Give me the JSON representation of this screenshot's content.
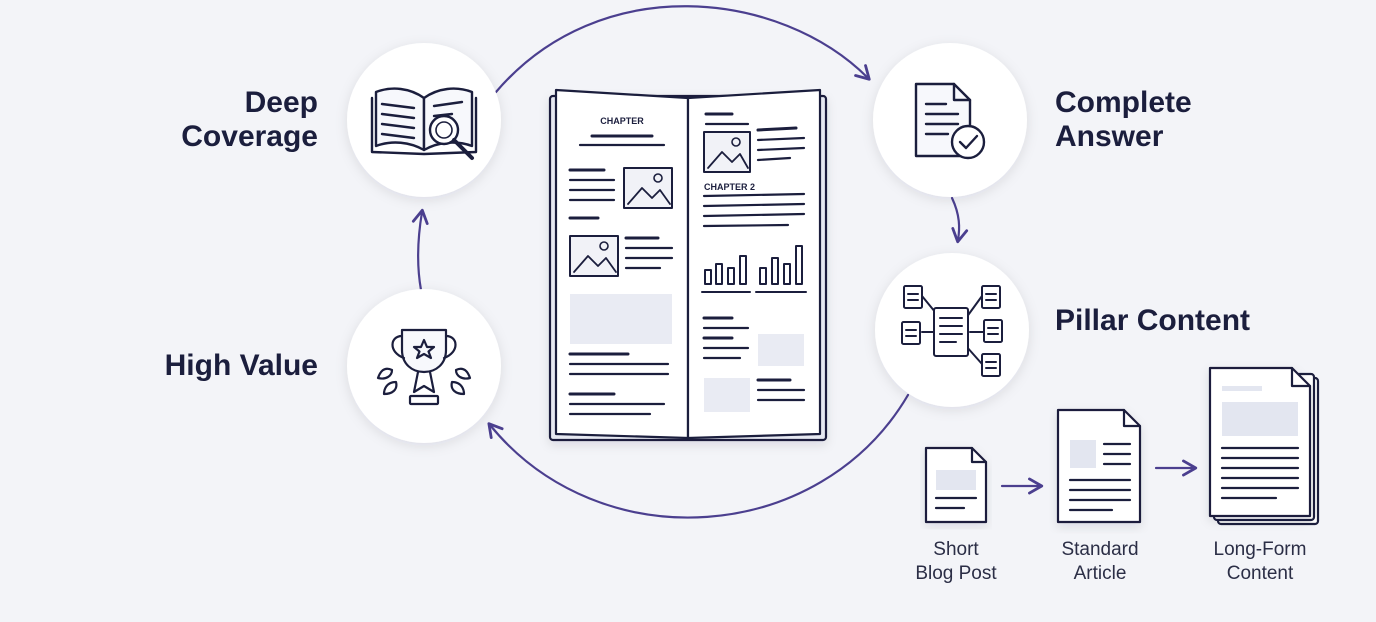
{
  "nodes": {
    "deep_coverage": {
      "label": "Deep\nCoverage",
      "icon": "open-book-magnifier-icon"
    },
    "complete_answer": {
      "label": "Complete\nAnswer",
      "icon": "document-checkmark-icon"
    },
    "pillar_content": {
      "label": "Pillar Content",
      "icon": "document-network-icon"
    },
    "high_value": {
      "label": "High Value",
      "icon": "trophy-icon"
    }
  },
  "book": {
    "left_heading": "CHAPTER",
    "right_heading": "CHAPTER 2"
  },
  "content_progression": [
    {
      "label": "Short\nBlog Post"
    },
    {
      "label": "Standard\nArticle"
    },
    {
      "label": "Long-Form\nContent"
    }
  ],
  "colors": {
    "background": "#f3f4f8",
    "accent": "#4b3f8f",
    "ink": "#1b1e3d",
    "circle": "#ffffff"
  }
}
